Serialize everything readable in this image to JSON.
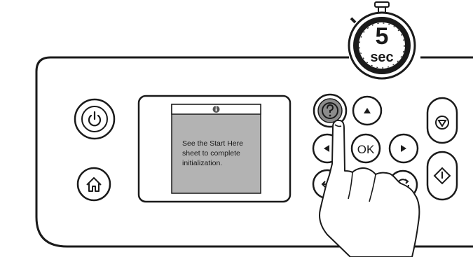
{
  "timer": {
    "number": "5",
    "unit": "sec"
  },
  "screen": {
    "message_lines": [
      "See the Start Here",
      "sheet to complete",
      "initialization."
    ],
    "header_icon": "info-icon"
  },
  "buttons": {
    "power": {
      "icon": "power-icon"
    },
    "home": {
      "icon": "home-icon"
    },
    "help": {
      "icon": "help-icon",
      "state": "pressed"
    },
    "up": {
      "icon": "triangle-up-icon"
    },
    "left": {
      "icon": "triangle-left-icon"
    },
    "ok": {
      "label": "OK"
    },
    "right": {
      "icon": "triangle-right-icon"
    },
    "back": {
      "icon": "back-arrow-icon"
    },
    "reset": {
      "icon": "circular-arrows-icon"
    },
    "stop": {
      "icon": "stop-icon"
    },
    "start": {
      "icon": "start-icon"
    }
  },
  "colors": {
    "line": "#1a1a1a",
    "screen_fill": "#b3b3b3",
    "pressed_fill": "#8c8c8c"
  }
}
